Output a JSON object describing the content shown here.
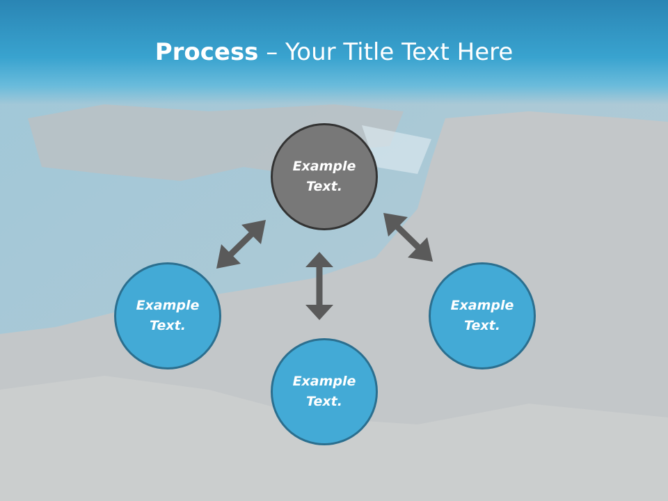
{
  "slide": {
    "title_bold": "Process",
    "title_rest": " – Your Title Text Here"
  },
  "nodes": {
    "top": "Example Text.",
    "left": "Example Text.",
    "right": "Example Text.",
    "bottom": "Example Text."
  },
  "colors": {
    "title_band": "#2a85b4",
    "center_node": "#787878",
    "outer_node": "#43aad6",
    "arrow": "#5a5a5a"
  }
}
